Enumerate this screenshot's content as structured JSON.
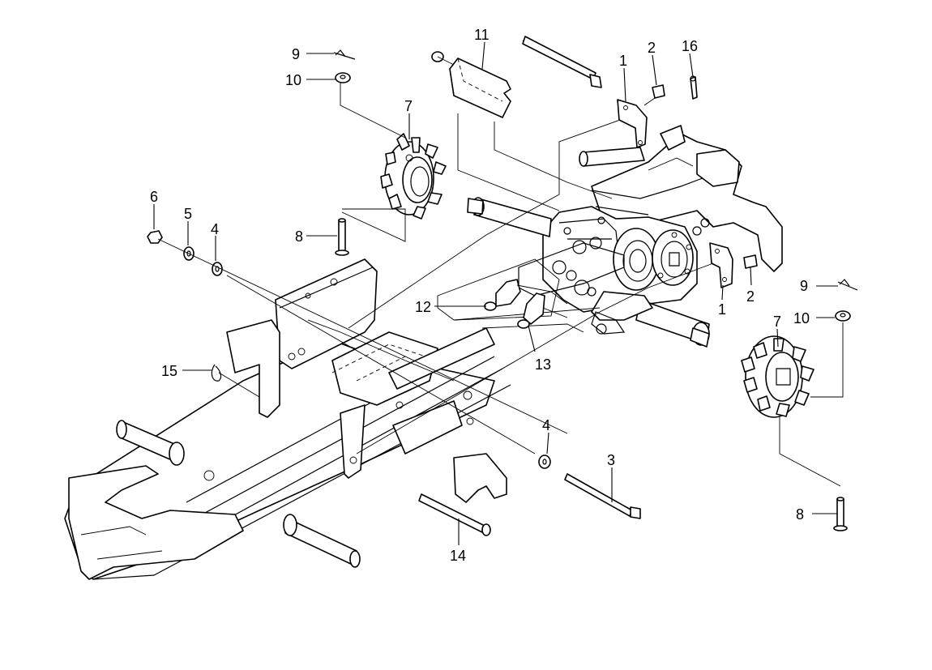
{
  "callouts": {
    "c1a": "1",
    "c1b": "1",
    "c2a": "2",
    "c2b": "2",
    "c3": "3",
    "c4a": "4",
    "c4b": "4",
    "c5": "5",
    "c6": "6",
    "c7a": "7",
    "c7b": "7",
    "c8a": "8",
    "c8b": "8",
    "c9a": "9",
    "c9b": "9",
    "c10a": "10",
    "c10b": "10",
    "c11": "11",
    "c12": "12",
    "c13": "13",
    "c14": "14",
    "c15": "15",
    "c16": "16"
  }
}
